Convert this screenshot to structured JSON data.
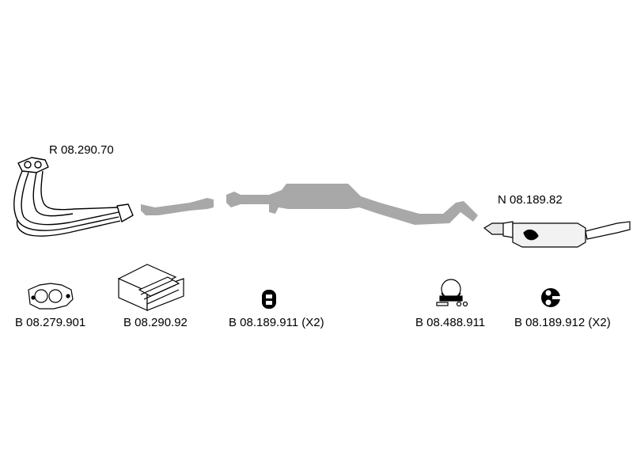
{
  "diagram": {
    "parts": {
      "front_pipe": {
        "code": "R 08.290.70"
      },
      "rear_silencer": {
        "code": "N 08.189.82"
      }
    },
    "accessories": [
      {
        "code": "B 08.279.901",
        "icon": "gasket-icon"
      },
      {
        "code": "B 08.290.92",
        "icon": "mounting-kit-box-icon"
      },
      {
        "code": "B 08.189.911 (X2)",
        "icon": "rubber-hanger-icon"
      },
      {
        "code": "B 08.488.911",
        "icon": "clamp-icon"
      },
      {
        "code": "B 08.189.912 (X2)",
        "icon": "hanger-ring-icon"
      }
    ],
    "colors": {
      "ghost_part": "#a8a8a8",
      "line": "#000000"
    }
  }
}
